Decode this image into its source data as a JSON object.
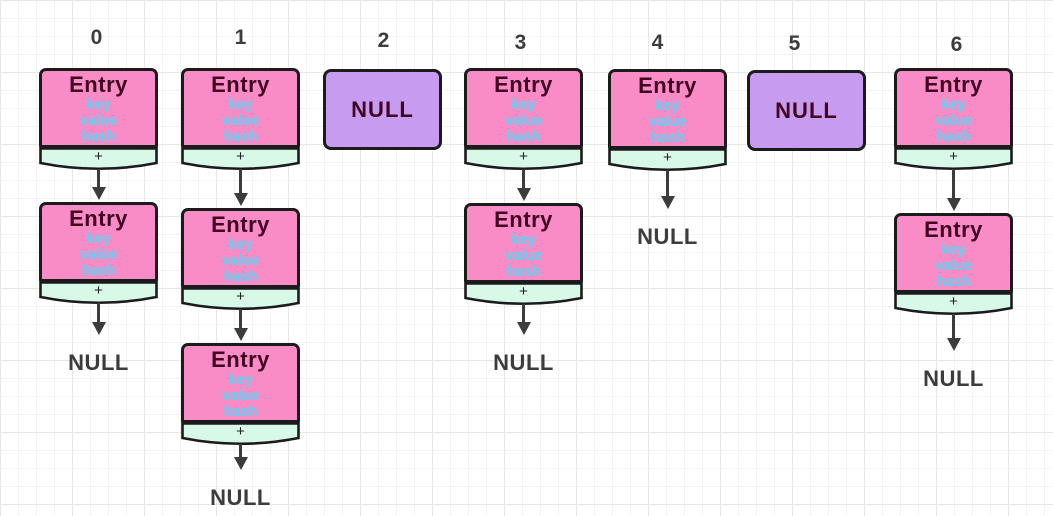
{
  "hash_table": {
    "entry": {
      "title": "Entry",
      "fields": [
        "key",
        "value",
        "hash"
      ],
      "next_pointer": "+"
    },
    "null_label": "NULL",
    "buckets": [
      {
        "label": "0",
        "entries": 2,
        "terminator": "null-text"
      },
      {
        "label": "1",
        "entries": 3,
        "terminator": "null-text"
      },
      {
        "label": "2",
        "entries": 0,
        "terminator": "null-box"
      },
      {
        "label": "3",
        "entries": 2,
        "terminator": "null-text"
      },
      {
        "label": "4",
        "entries": 1,
        "terminator": "null-text"
      },
      {
        "label": "5",
        "entries": 0,
        "terminator": "null-box"
      },
      {
        "label": "6",
        "entries": 2,
        "terminator": "null-text"
      }
    ],
    "colors": {
      "entry_fill": "#f98cc7",
      "entry_title_text": "#420322",
      "entry_field_text": "#55d7f5",
      "footer_fill": "#d8f8e8",
      "null_box_fill": "#c79bf0",
      "null_box_text": "#420322",
      "outline": "#1b1b1b",
      "arrow": "#3c3c3c",
      "label_text": "#3c3c3c"
    }
  }
}
